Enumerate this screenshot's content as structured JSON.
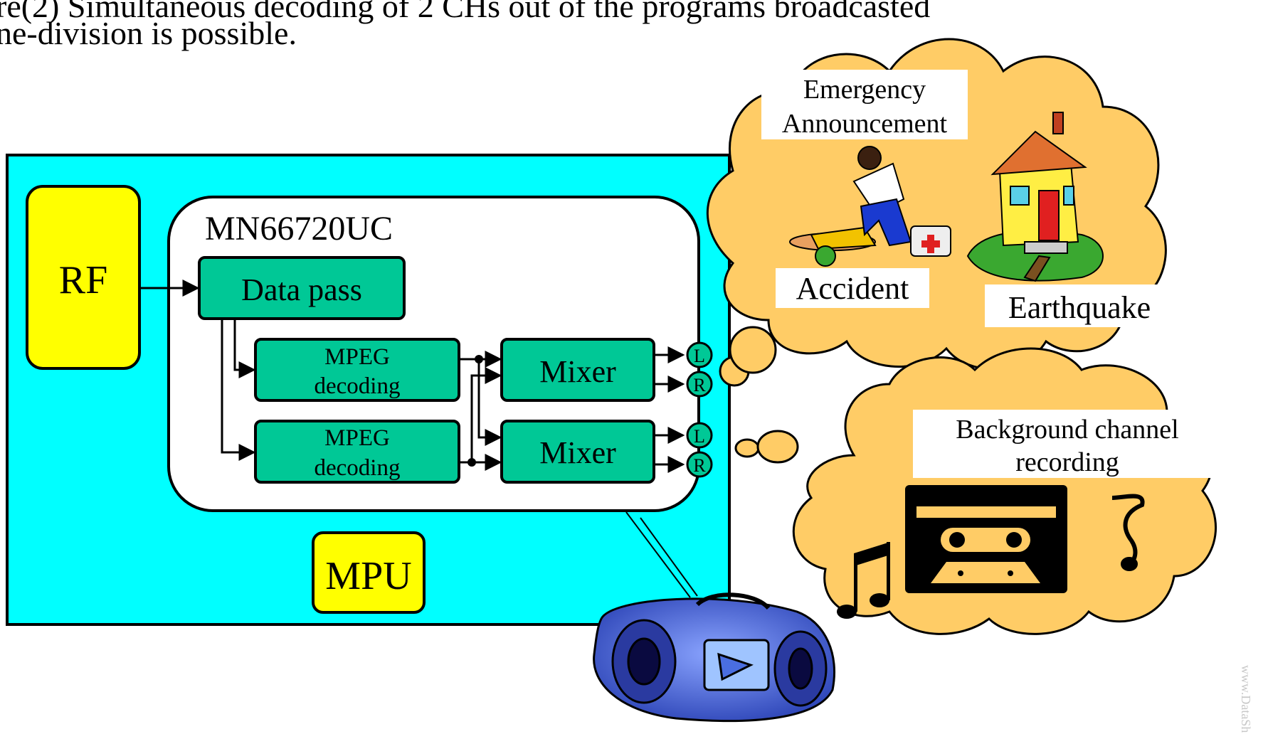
{
  "header": {
    "line1": "re(2) Simultaneous decoding of 2 CHs out of the programs broadcasted",
    "line2": "ne-division is possible."
  },
  "blocks": {
    "rf": "RF",
    "chip": "MN66720UC",
    "data_pass": "Data pass",
    "mpeg_top_1": "MPEG",
    "mpeg_top_2": "decoding",
    "mpeg_bot_1": "MPEG",
    "mpeg_bot_2": "decoding",
    "mixer_top": "Mixer",
    "mixer_bot": "Mixer",
    "mpu": "MPU"
  },
  "outputs": {
    "top_l": "L",
    "top_r": "R",
    "bot_l": "L",
    "bot_r": "R"
  },
  "cloud_top": {
    "title_line1": "Emergency",
    "title_line2": "Announcement",
    "accident": "Accident",
    "earthquake": "Earthquake"
  },
  "cloud_bottom": {
    "title_line1": "Background channel",
    "title_line2": "recording"
  },
  "watermark": "www.DataSh",
  "colors": {
    "board": "#00ffff",
    "block": "#00c896",
    "highlight": "#ffff00",
    "cloud": "#ffcc66",
    "boombox": "#4a6ee0"
  }
}
